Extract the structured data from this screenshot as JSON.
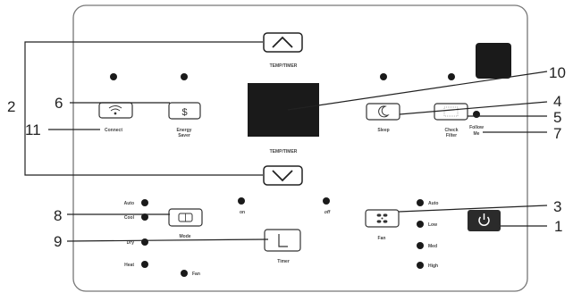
{
  "buttons": {
    "temp_up_label": "TEMP/TIMER",
    "temp_down_label": "TEMP/TIMER",
    "connect_label": "Connect",
    "energy_saver_label_1": "Energy",
    "energy_saver_label_2": "Saver",
    "sleep_label": "Sleep",
    "check_filter_label_1": "Check",
    "check_filter_label_2": "Filter",
    "follow_me_label_1": "Follow",
    "follow_me_label_2": "Me",
    "mode_label": "Mode",
    "timer_label": "Timer",
    "fan_label": "Fan"
  },
  "timer_indicators": {
    "on": "on",
    "off": "off"
  },
  "mode_options": [
    "Auto",
    "Cool",
    "Dry",
    "Heat",
    "Fan"
  ],
  "fan_speeds": [
    "Auto",
    "Low",
    "Med",
    "High"
  ],
  "callouts": {
    "n1": "1",
    "n2": "2",
    "n3": "3",
    "n4": "4",
    "n5": "5",
    "n6": "6",
    "n7": "7",
    "n8": "8",
    "n9": "9",
    "n10": "10",
    "n11": "11"
  }
}
